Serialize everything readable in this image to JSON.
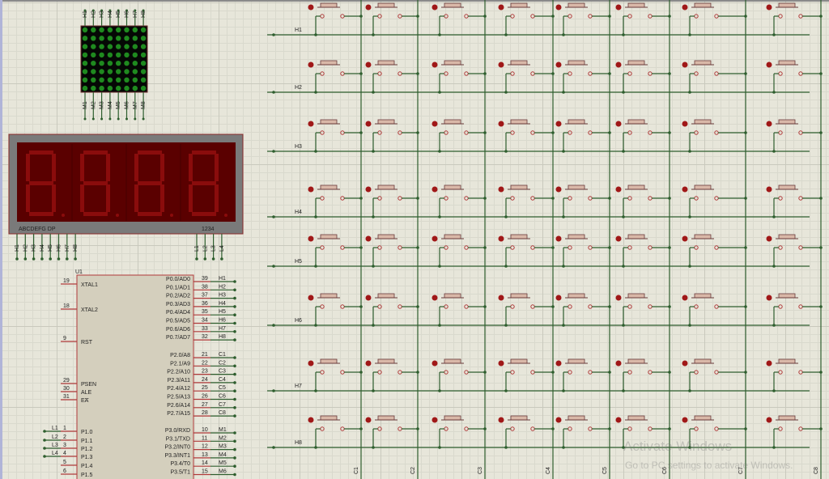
{
  "matrix": {
    "top_pins": [
      "H1",
      "H2",
      "H3",
      "H4",
      "H5",
      "H6",
      "H7",
      "H8"
    ],
    "bottom_pins": [
      "M1",
      "M2",
      "M3",
      "M4",
      "M5",
      "M6",
      "M7",
      "M8"
    ],
    "led_color": "#1f8a1f"
  },
  "seven_seg": {
    "segment_label": "ABCDEFG  DP",
    "digit_label": "1234",
    "segment_pins": [
      "H1",
      "H2",
      "H3",
      "H4",
      "H5",
      "H6",
      "H7",
      "H8"
    ],
    "digit_pins": [
      "L1",
      "L2",
      "L3",
      "L4"
    ],
    "color": "#5a0000"
  },
  "mcu": {
    "ref": "U1",
    "left_pins": [
      {
        "num": "19",
        "name": "XTAL1"
      },
      {
        "num": "18",
        "name": "XTAL2"
      },
      {
        "num": "9",
        "name": "RST"
      },
      {
        "num": "29",
        "name": "PSEN"
      },
      {
        "num": "30",
        "name": "ALE"
      },
      {
        "num": "31",
        "name": "EA"
      },
      {
        "num": "1",
        "name": "P1.0",
        "net": "L1"
      },
      {
        "num": "2",
        "name": "P1.1",
        "net": "L2"
      },
      {
        "num": "3",
        "name": "P1.2",
        "net": "L3"
      },
      {
        "num": "4",
        "name": "P1.3",
        "net": "L4"
      },
      {
        "num": "5",
        "name": "P1.4"
      },
      {
        "num": "6",
        "name": "P1.5"
      }
    ],
    "port0": [
      {
        "num": "39",
        "name": "P0.0/AD0",
        "net": "H1"
      },
      {
        "num": "38",
        "name": "P0.1/AD1",
        "net": "H2"
      },
      {
        "num": "37",
        "name": "P0.2/AD2",
        "net": "H3"
      },
      {
        "num": "36",
        "name": "P0.3/AD3",
        "net": "H4"
      },
      {
        "num": "35",
        "name": "P0.4/AD4",
        "net": "H5"
      },
      {
        "num": "34",
        "name": "P0.5/AD5",
        "net": "H6"
      },
      {
        "num": "33",
        "name": "P0.6/AD6",
        "net": "H7"
      },
      {
        "num": "32",
        "name": "P0.7/AD7",
        "net": "H8"
      }
    ],
    "port2": [
      {
        "num": "21",
        "name": "P2.0/A8",
        "net": "C1"
      },
      {
        "num": "22",
        "name": "P2.1/A9",
        "net": "C2"
      },
      {
        "num": "23",
        "name": "P2.2/A10",
        "net": "C3"
      },
      {
        "num": "24",
        "name": "P2.3/A11",
        "net": "C4"
      },
      {
        "num": "25",
        "name": "P2.4/A12",
        "net": "C5"
      },
      {
        "num": "26",
        "name": "P2.5/A13",
        "net": "C6"
      },
      {
        "num": "27",
        "name": "P2.6/A14",
        "net": "C7"
      },
      {
        "num": "28",
        "name": "P2.7/A15",
        "net": "C8"
      }
    ],
    "port3": [
      {
        "num": "10",
        "name": "P3.0/RXD",
        "net": "M1"
      },
      {
        "num": "11",
        "name": "P3.1/TXD",
        "net": "M2"
      },
      {
        "num": "12",
        "name": "P3.2/INT0",
        "net": "M3"
      },
      {
        "num": "13",
        "name": "P3.3/INT1",
        "net": "M4"
      },
      {
        "num": "14",
        "name": "P3.4/T0",
        "net": "M5"
      },
      {
        "num": "15",
        "name": "P3.5/T1",
        "net": "M6"
      }
    ]
  },
  "keypad": {
    "rows": [
      "H1",
      "H2",
      "H3",
      "H4",
      "H5",
      "H6",
      "H7",
      "H8"
    ],
    "cols": [
      "C1",
      "C2",
      "C3",
      "C4",
      "C5",
      "C6",
      "C7",
      "C8"
    ]
  },
  "colors": {
    "wire": "#2e5e2e",
    "pin": "#b03a3a",
    "body": "#d4cfbd",
    "button": "#d9b8a8"
  },
  "watermark": {
    "title": "Activate Windows",
    "subtitle": "Go to PC settings to activate Windows."
  }
}
